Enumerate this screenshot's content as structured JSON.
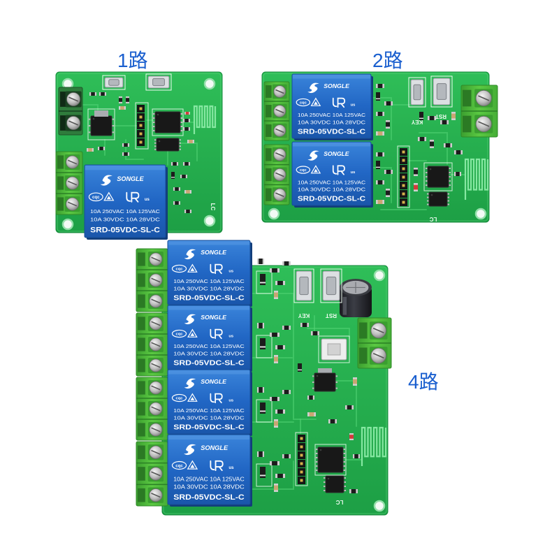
{
  "labels": {
    "board_1ch": "1路",
    "board_2ch": "2路",
    "board_4ch": "4路"
  },
  "relay": {
    "brand": "SONGLE",
    "cert_cqc": "cqc",
    "cert_us": "us",
    "rating_line1": "10A 250VAC 10A 125VAC",
    "rating_line2": "10A 30VDC 10A 28VDC",
    "model": "SRD-05VDC-SL-C"
  },
  "silkscreen": {
    "key": "KEY",
    "rst": "RST",
    "lc": "LC"
  },
  "colors": {
    "label": "#1a5fcf",
    "pcb": "#22a84a",
    "relay": "#1f63bd",
    "terminal": "#4cb83a",
    "background": "#ffffff"
  }
}
